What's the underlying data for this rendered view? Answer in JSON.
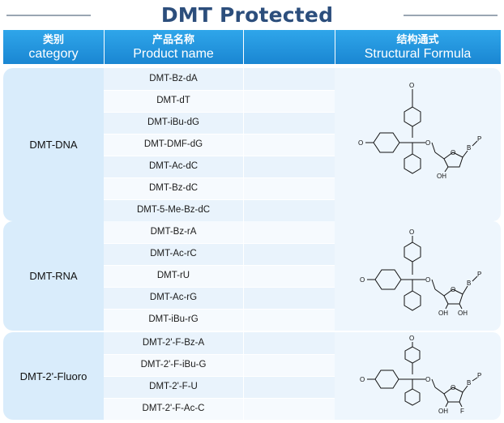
{
  "title": "DMT Protected Nucleosides",
  "header": {
    "category_zh": "类别",
    "category_en": "category",
    "product_zh": "产品名称",
    "product_en": "Product name",
    "formula_zh": "结构通式",
    "formula_en": "Structural Formula"
  },
  "groups": [
    {
      "category": "DMT-DNA",
      "products": [
        "DMT-Bz-dA",
        "DMT-dT",
        "DMT-iBu-dG",
        "DMT-DMF-dG",
        "DMT-Ac-dC",
        "DMT-Bz-dC",
        "DMT-5-Me-Bz-dC"
      ],
      "structure_labels": {
        "base": "B",
        "phosphate": "P",
        "hydroxyl": "OH"
      }
    },
    {
      "category": "DMT-RNA",
      "products": [
        "DMT-Bz-rA",
        "DMT-Ac-rC",
        "DMT-rU",
        "DMT-Ac-rG",
        "DMT-iBu-rG"
      ],
      "structure_labels": {
        "base": "B",
        "phosphate": "P",
        "hydroxyl_3": "OH",
        "hydroxyl_2": "OH"
      }
    },
    {
      "category": "DMT-2'-Fluoro",
      "products": [
        "DMT-2'-F-Bz-A",
        "DMT-2'-F-iBu-G",
        "DMT-2'-F-U",
        "DMT-2'-F-Ac-C"
      ],
      "structure_labels": {
        "base": "B",
        "phosphate": "P",
        "hydroxyl": "OH",
        "fluoro": "F"
      }
    }
  ],
  "colors": {
    "title": "#2c4e7c",
    "header": "#1f95e0",
    "category_bg": "#d9ecfb",
    "row_even": "#e9f3fc",
    "row_odd": "#f6fafe"
  }
}
